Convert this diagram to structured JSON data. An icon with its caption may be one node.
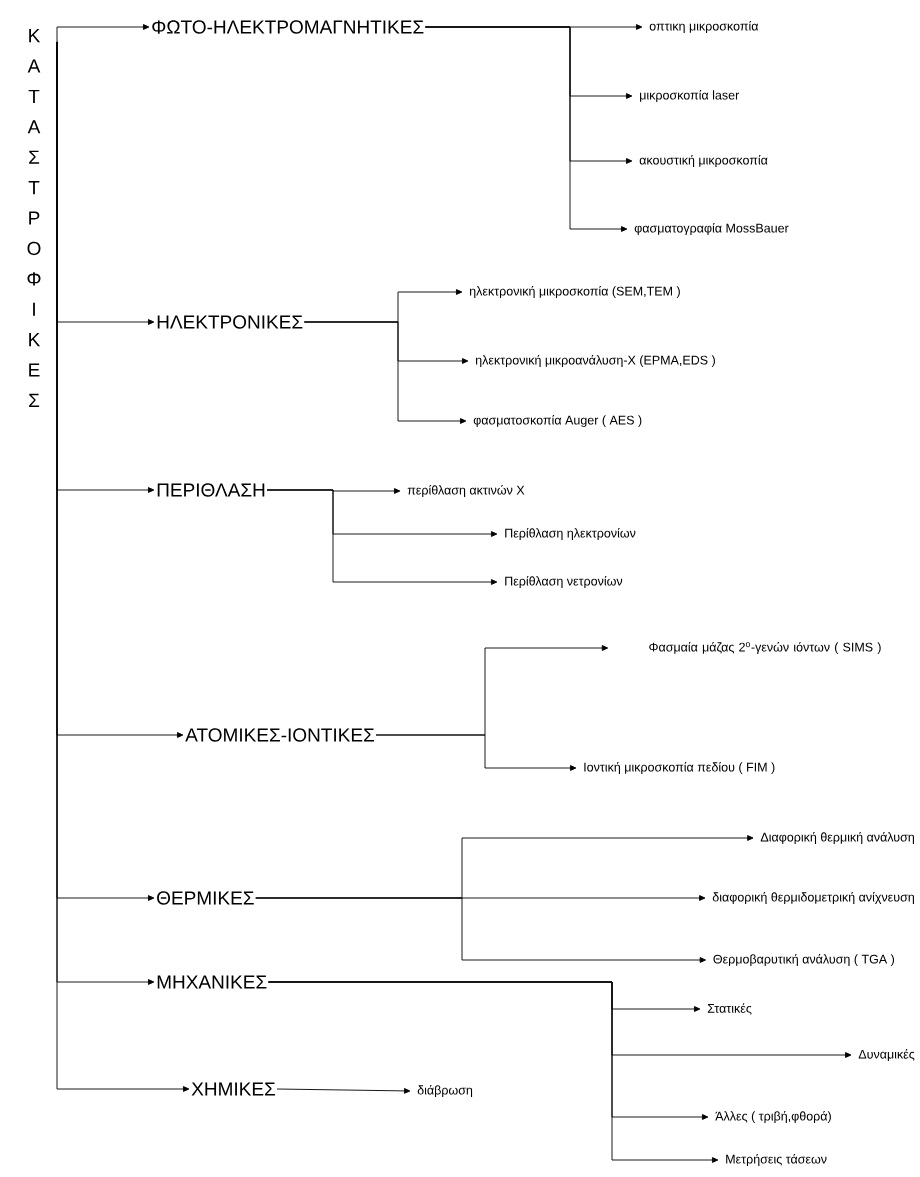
{
  "diagram": {
    "nodes": [
      {
        "text": [
          "ΚΑΤΑΣΤΡΟΦΙΚΕΣ"
        ]
      },
      {
        "text": [
          "ΦΩΤΟ-ΗΛΕΚΤΡΟΜΑΓΝΗΤΙΚΕΣ"
        ]
      },
      {
        "text": [
          "οπτικη μικροσκοπία"
        ]
      },
      {
        "text": [
          "μικροσκοπία laser"
        ]
      },
      {
        "text": [
          "ακουστική μικροσκοπία"
        ]
      },
      {
        "text": [
          "φασματογραφία MossBauer"
        ]
      },
      {
        "text": [
          "ΗΛΕΚΤΡΟΝΙΚΕΣ"
        ]
      },
      {
        "text": [
          "ηλεκτρονική μικροσκοπία (SEM,TEM )"
        ]
      },
      {
        "text": [
          "ηλεκτρονική μικροανάλυση-Χ (ΕΡΜΑ,EDS )"
        ]
      },
      {
        "text": [
          "φασματοσκοπία Auger ( AES )"
        ]
      },
      {
        "text": [
          "ΠΕΡΙΘΛΑΣΗ"
        ]
      },
      {
        "text": [
          "περίθλαση ακτινών Χ"
        ]
      },
      {
        "text": [
          "Περίθλαση ηλεκτρονίων"
        ]
      },
      {
        "text": [
          "Περίθλαση νετρονίων"
        ]
      },
      {
        "text": [
          "ΑΤΟΜΙΚΕΣ-ΙΟΝΤΙΚΕΣ"
        ]
      },
      {
        "text": [
          "Φασμαία μάζας 2$^{ο}$-γενών ιόντων ( SIMS )"
        ]
      },
      {
        "text": [
          "Ιοντική μικροσκοπία πεδίου ( FIM )"
        ]
      },
      {
        "text": [
          "ΘΕΡΜΙΚΕΣ"
        ]
      },
      {
        "text": [
          "Διαφορική θερμική ανάλυση"
        ]
      },
      {
        "text": [
          "διαφορική θερμιδομετρική ανίχνευση"
        ]
      },
      {
        "text": [
          "Θερμοβαρυτική ανάλυση ( TGA )"
        ]
      },
      {
        "text": [
          "ΜΗΧΑΝΙΚΕΣ"
        ]
      },
      {
        "text": [
          "Στατικές"
        ]
      },
      {
        "text": [
          "Δυναμικές"
        ]
      },
      {
        "text": [
          "Άλλες ( τριβή,φθορά)"
        ]
      },
      {
        "text": [
          "Μετρήσεις τάσεων"
        ]
      },
      {
        "text": [
          "ΧΗΜΙΚΕΣ"
        ]
      },
      {
        "text": [
          "διάβρωση"
        ]
      }
    ],
    "edges": [
      {
        "from": 0,
        "to": 1,
        "arrow": "to"
      },
      {
        "from": 0,
        "to": 6,
        "arrow": "to"
      },
      {
        "from": 0,
        "to": 10,
        "arrow": "to"
      },
      {
        "from": 0,
        "to": 14,
        "arrow": "to"
      },
      {
        "from": 0,
        "to": 17,
        "arrow": "to"
      },
      {
        "from": 0,
        "to": 21,
        "arrow": "to"
      },
      {
        "from": 0,
        "to": 26,
        "arrow": "to"
      },
      {
        "from": 1,
        "to": 2,
        "arrow": "to"
      },
      {
        "from": 1,
        "to": 3,
        "arrow": "to"
      },
      {
        "from": 1,
        "to": 4,
        "arrow": "to"
      },
      {
        "from": 1,
        "to": 5,
        "arrow": "to"
      },
      {
        "from": 6,
        "to": 7,
        "arrow": "to"
      },
      {
        "from": 6,
        "to": 8,
        "arrow": "to"
      },
      {
        "from": 6,
        "to": 9,
        "arrow": "to"
      },
      {
        "from": 10,
        "to": 11,
        "arrow": "to"
      },
      {
        "from": 10,
        "to": 12,
        "arrow": "to"
      },
      {
        "from": 10,
        "to": 13,
        "arrow": "to"
      },
      {
        "from": 14,
        "to": 15,
        "arrow": "to"
      },
      {
        "from": 14,
        "to": 16,
        "arrow": "to"
      },
      {
        "from": 17,
        "to": 18,
        "arrow": "to"
      },
      {
        "from": 17,
        "to": 19,
        "arrow": "to"
      },
      {
        "from": 17,
        "to": 20,
        "arrow": "to"
      },
      {
        "from": 21,
        "to": 22,
        "arrow": "to"
      },
      {
        "from": 21,
        "to": 23,
        "arrow": "to"
      },
      {
        "from": 21,
        "to": 24,
        "arrow": "to"
      },
      {
        "from": 21,
        "to": 25,
        "arrow": "to"
      },
      {
        "from": 26,
        "to": 27,
        "arrow": "to"
      }
    ]
  }
}
